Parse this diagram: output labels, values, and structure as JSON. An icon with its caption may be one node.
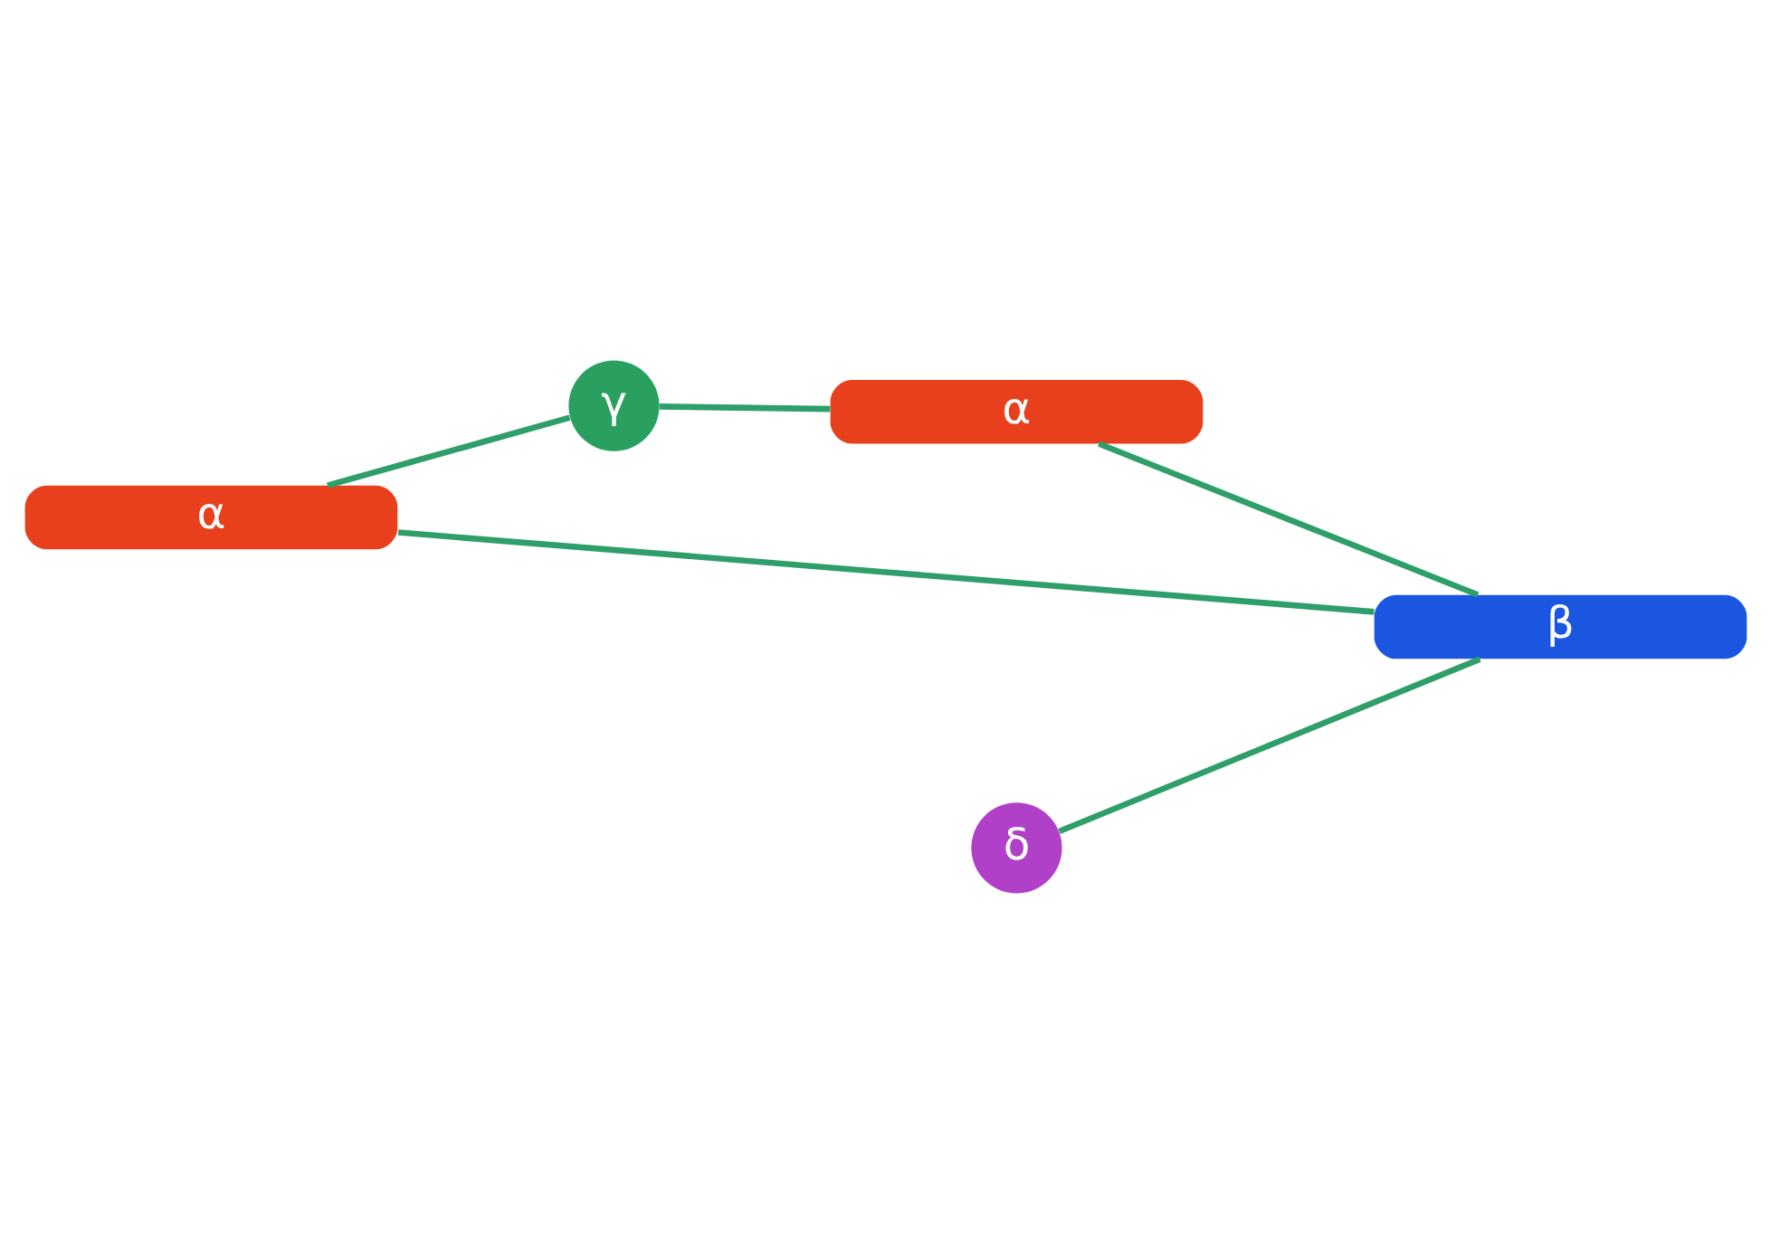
{
  "diagram": {
    "nodes": [
      {
        "text": [
          "α"
        ]
      },
      {
        "text": [
          "δ"
        ]
      },
      {
        "text": [
          "γ"
        ]
      },
      {
        "text": [
          "β"
        ]
      },
      {
        "text": [
          "α"
        ]
      }
    ],
    "edges": [
      {
        "from": 0,
        "to": 2,
        "arrow": "none"
      },
      {
        "from": 0,
        "to": 3,
        "arrow": "none"
      },
      {
        "from": 1,
        "to": 3,
        "arrow": "none"
      },
      {
        "from": 2,
        "to": 4,
        "arrow": "none"
      },
      {
        "from": 4,
        "to": 3,
        "arrow": "none"
      }
    ]
  }
}
